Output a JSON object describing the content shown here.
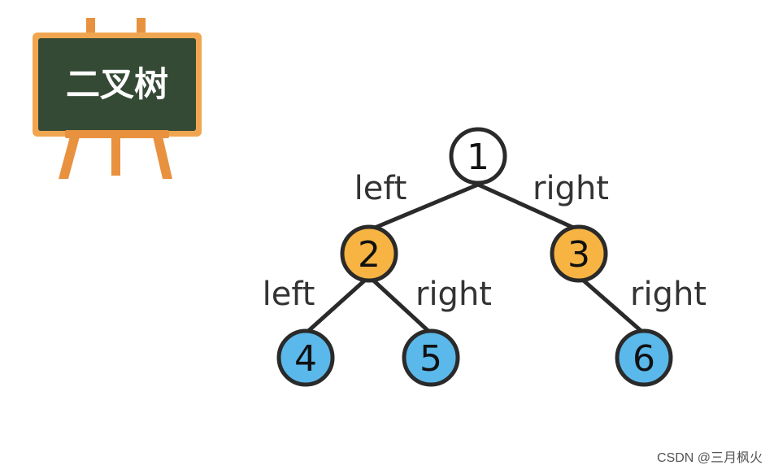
{
  "board": {
    "title": "二叉树"
  },
  "tree": {
    "nodes": [
      {
        "id": "1",
        "label": "1",
        "color": "#ffffff"
      },
      {
        "id": "2",
        "label": "2",
        "color": "#f7b442"
      },
      {
        "id": "3",
        "label": "3",
        "color": "#f7b442"
      },
      {
        "id": "4",
        "label": "4",
        "color": "#5bb8ea"
      },
      {
        "id": "5",
        "label": "5",
        "color": "#5bb8ea"
      },
      {
        "id": "6",
        "label": "6",
        "color": "#5bb8ea"
      }
    ],
    "edges": [
      {
        "from": "1",
        "to": "2",
        "label": "left"
      },
      {
        "from": "1",
        "to": "3",
        "label": "right"
      },
      {
        "from": "2",
        "to": "4",
        "label": "left"
      },
      {
        "from": "2",
        "to": "5",
        "label": "right"
      },
      {
        "from": "3",
        "to": "6",
        "label": "right"
      }
    ]
  },
  "colors": {
    "board_green": "#354a34",
    "board_frame": "#f0a650",
    "easel_wood": "#e8913f",
    "line": "#2a2a2a"
  },
  "watermark": "CSDN @三月枫火"
}
